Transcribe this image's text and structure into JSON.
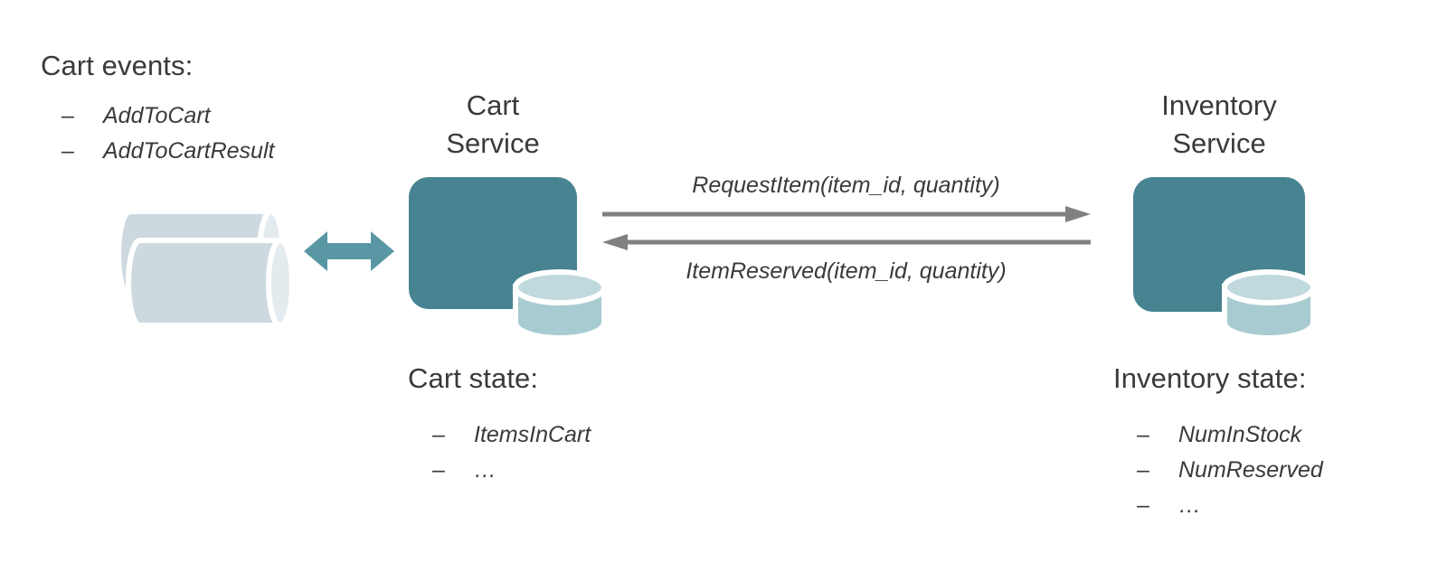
{
  "colors": {
    "service_box": "#478390",
    "db_body": "#a8cbd1",
    "db_top": "#bfd9dd",
    "queue_body": "#cdd9df",
    "queue_end": "#e3ebef",
    "teal_arrow": "#5a97a5",
    "gray_arrow": "#808080",
    "text": "#3a3a3a",
    "background": "#ffffff"
  },
  "cart_events": {
    "heading": "Cart events:",
    "items": [
      "AddToCart",
      "AddToCartResult"
    ],
    "bullet": "–"
  },
  "queue": {
    "name": "message-queue-cylinders"
  },
  "sync_arrow": {
    "name": "bidirectional-arrow"
  },
  "cart_service": {
    "title_line1": "Cart",
    "title_line2": "Service",
    "db_name": "cart-database"
  },
  "inventory_service": {
    "title_line1": "Inventory",
    "title_line2": "Service",
    "db_name": "inventory-database"
  },
  "messages": {
    "request": "RequestItem(item_id, quantity)",
    "reserved": "ItemReserved(item_id, quantity)"
  },
  "cart_state": {
    "heading": "Cart state:",
    "items": [
      "ItemsInCart",
      "…"
    ],
    "bullet": "–"
  },
  "inventory_state": {
    "heading": "Inventory state:",
    "items": [
      "NumInStock",
      "NumReserved",
      "…"
    ],
    "bullet": "–"
  }
}
